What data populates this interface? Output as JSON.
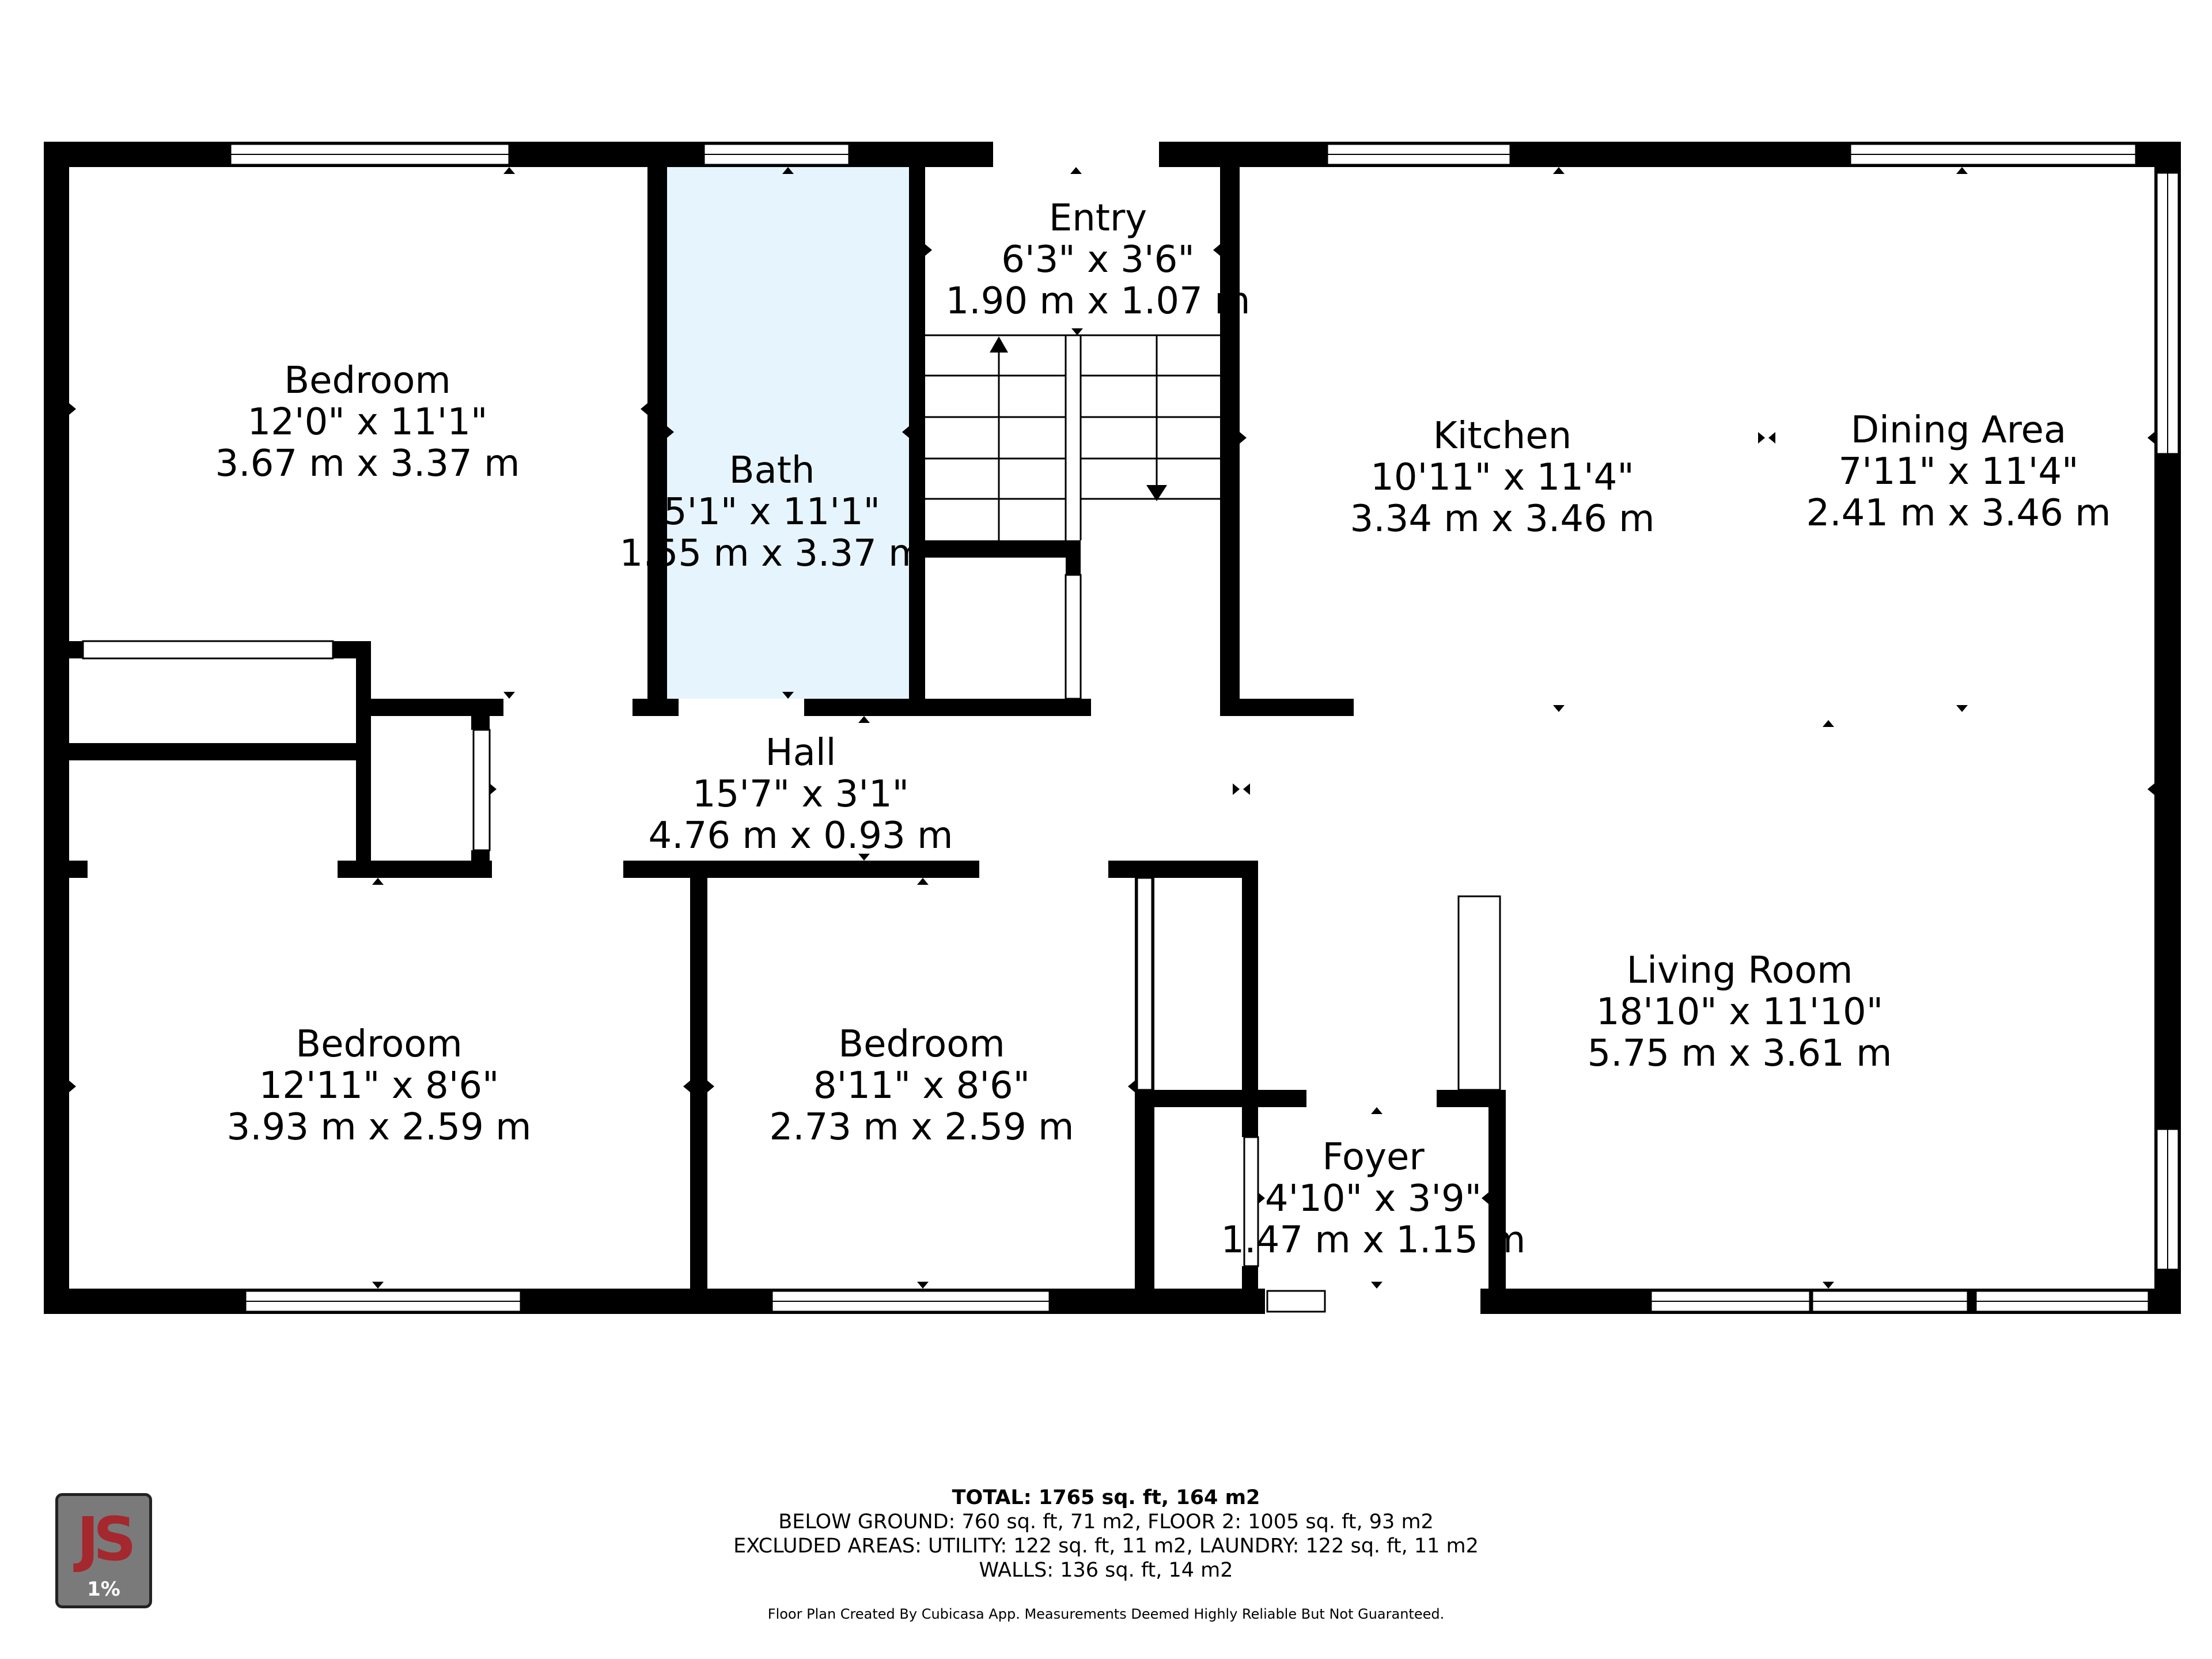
{
  "rooms": [
    {
      "id": "bedroom-1",
      "name": "Bedroom",
      "imperial": "12'0\" x 11'1\"",
      "metric": "3.67 m x 3.37 m"
    },
    {
      "id": "bath",
      "name": "Bath",
      "imperial": "5'1\" x 11'1\"",
      "metric": "1.55 m x 3.37 m"
    },
    {
      "id": "entry",
      "name": "Entry",
      "imperial": "6'3\" x 3'6\"",
      "metric": "1.90 m x 1.07 m"
    },
    {
      "id": "kitchen",
      "name": "Kitchen",
      "imperial": "10'11\" x 11'4\"",
      "metric": "3.34 m x 3.46 m"
    },
    {
      "id": "dining-area",
      "name": "Dining Area",
      "imperial": "7'11\" x 11'4\"",
      "metric": "2.41 m x 3.46 m"
    },
    {
      "id": "hall",
      "name": "Hall",
      "imperial": "15'7\" x 3'1\"",
      "metric": "4.76 m x 0.93 m"
    },
    {
      "id": "living-room",
      "name": "Living Room",
      "imperial": "18'10\" x 11'10\"",
      "metric": "5.75 m x 3.61 m"
    },
    {
      "id": "bedroom-2",
      "name": "Bedroom",
      "imperial": "12'11\" x 8'6\"",
      "metric": "3.93 m x 2.59 m"
    },
    {
      "id": "bedroom-3",
      "name": "Bedroom",
      "imperial": "8'11\" x 8'6\"",
      "metric": "2.73 m x 2.59 m"
    },
    {
      "id": "foyer",
      "name": "Foyer",
      "imperial": "4'10\" x 3'9\"",
      "metric": "1.47 m x 1.15 m"
    }
  ],
  "footer": {
    "total": "TOTAL: 1765 sq. ft, 164 m2",
    "line1": "BELOW GROUND: 760 sq. ft, 71 m2, FLOOR 2: 1005 sq. ft, 93 m2",
    "line2": "EXCLUDED AREAS: UTILITY: 122 sq. ft, 11 m2, LAUNDRY: 122 sq. ft, 11 m2",
    "line3": "WALLS: 136 sq. ft, 14 m2",
    "note": "Floor Plan Created By Cubicasa App. Measurements Deemed Highly Reliable But Not Guaranteed."
  },
  "logo": {
    "mark": "JS",
    "text": "1%"
  },
  "colors": {
    "wall": "#000000",
    "bath_fill": "#e6f4fd",
    "logo_bg": "#7a7a7a",
    "logo_mark": "#a4282e"
  }
}
